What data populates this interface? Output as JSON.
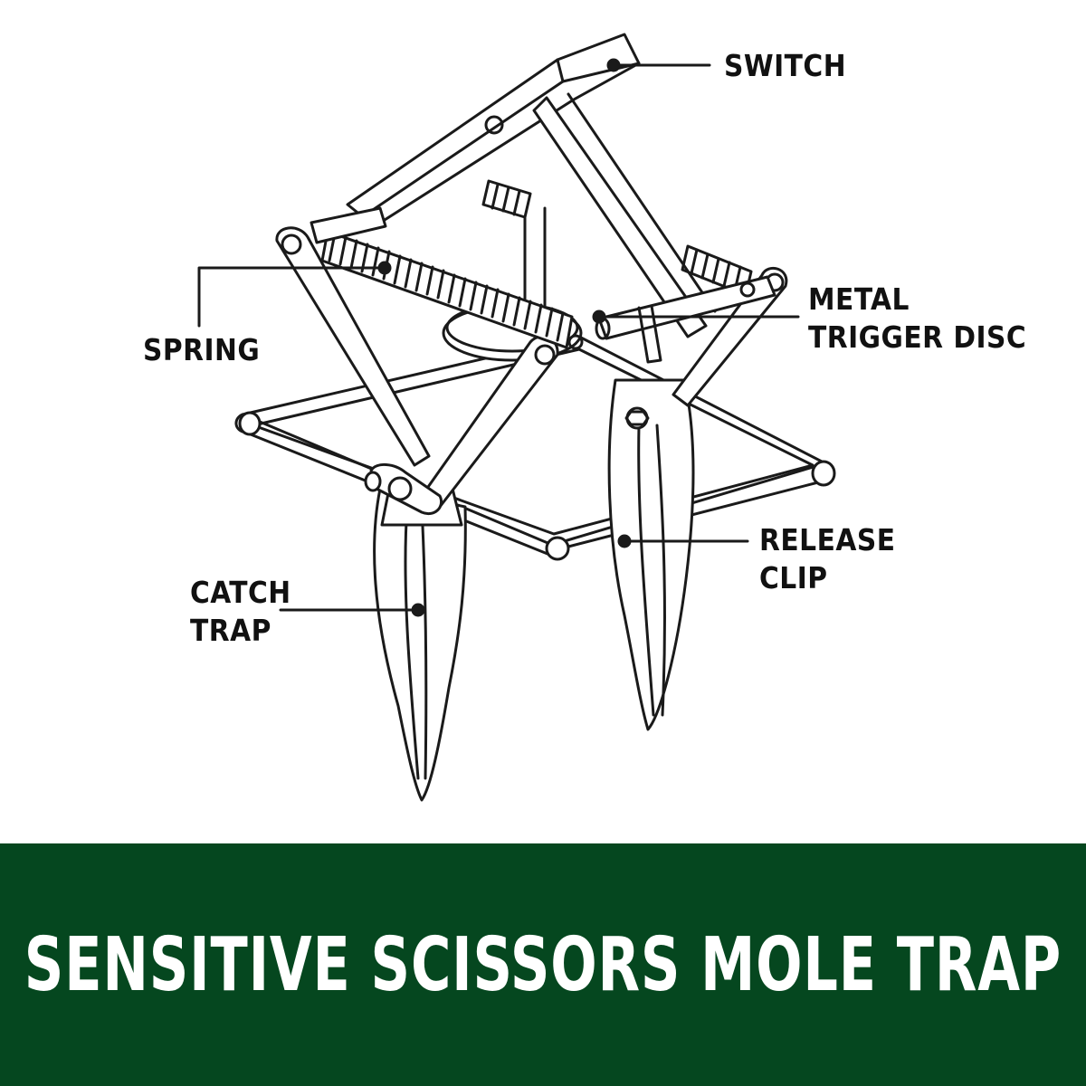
{
  "labels": {
    "switch": "SWITCH",
    "spring": "SPRING",
    "metal_trigger_disc": "METAL\nTRIGGER DISC",
    "release_clip": "RELEASE\nCLIP",
    "catch_trap": "CATCH\nTRAP"
  },
  "banner": {
    "title": "SENSITIVE SCISSORS MOLE TRAP"
  },
  "colors": {
    "banner_background": "#05471f",
    "banner_text": "#ffffff",
    "line_art": "#1a1a1a"
  }
}
